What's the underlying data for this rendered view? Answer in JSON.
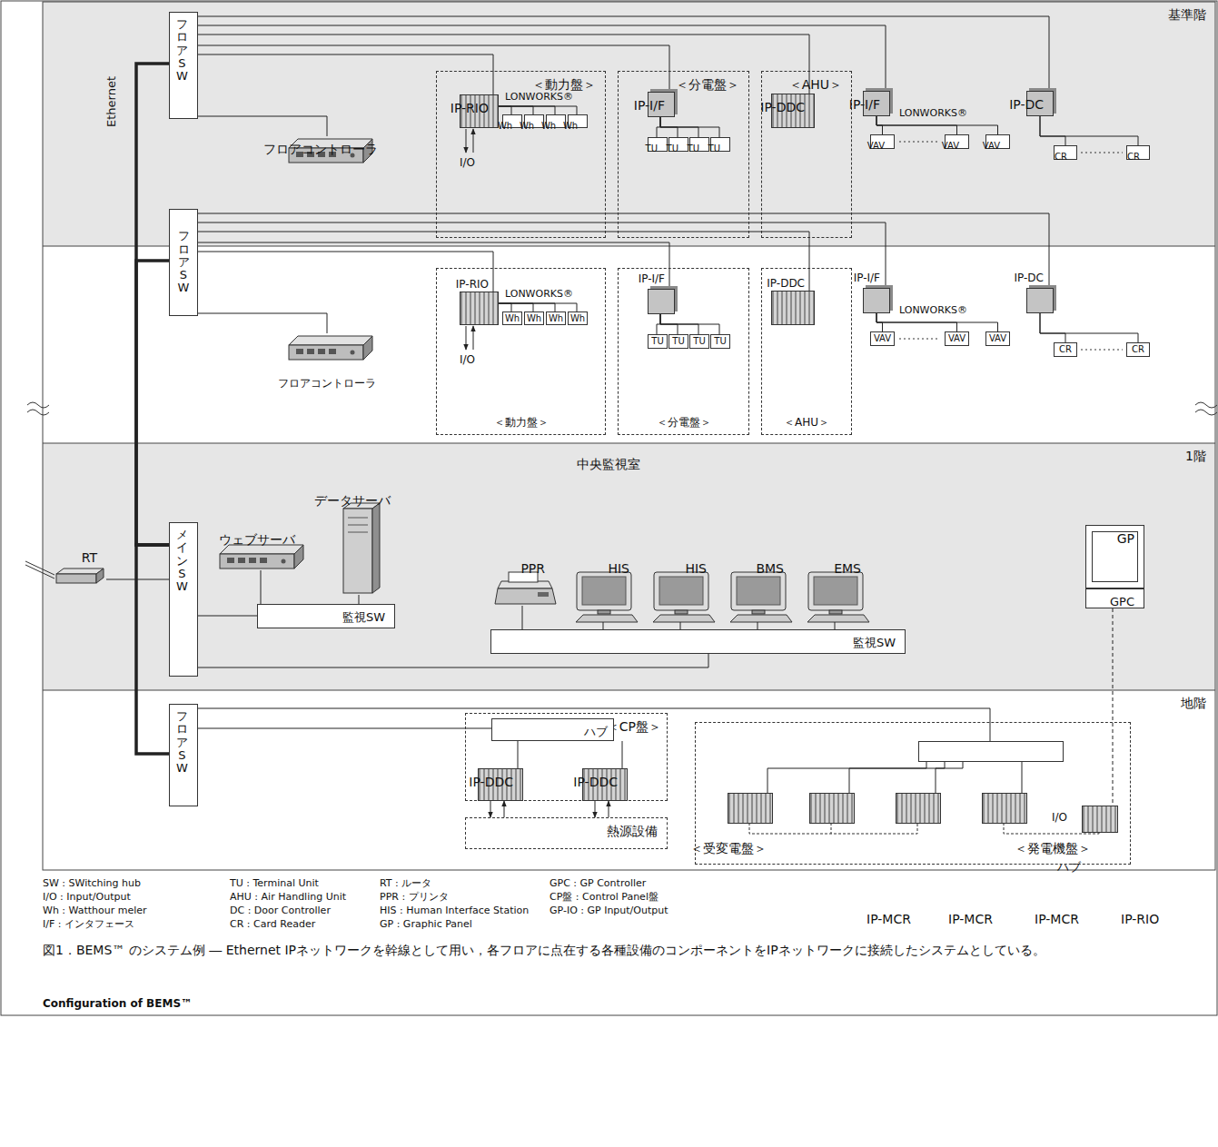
{
  "diagram": {
    "caption": "図1．BEMS™ のシステム例 ― Ethernet IPネットワークを幹線として用い，各フロアに点在する各種設備のコンポーネントをIPネットワークに接続したシステムとしている。",
    "nodes": [
      {
        "text": [
          "基準階"
        ]
      },
      {
        "text": [
          "フロアSW"
        ],
        "in": 0
      },
      {
        "text": [
          "フロアコントローラ"
        ],
        "in": 0
      },
      {
        "text": [
          "＜動力盤＞"
        ],
        "in": 0
      },
      {
        "text": [
          "IP-RIO"
        ],
        "in": 3
      },
      {
        "text": [
          "Wh"
        ],
        "in": 3
      },
      {
        "text": [
          "Wh"
        ],
        "in": 3
      },
      {
        "text": [
          "Wh"
        ],
        "in": 3
      },
      {
        "text": [
          "Wh"
        ],
        "in": 3
      },
      {
        "text": [
          "＜分電盤＞"
        ],
        "in": 0
      },
      {
        "text": [
          "IP-I/F"
        ],
        "in": 9
      },
      {
        "text": [
          "TU"
        ],
        "in": 9
      },
      {
        "text": [
          "TU"
        ],
        "in": 9
      },
      {
        "text": [
          "TU"
        ],
        "in": 9
      },
      {
        "text": [
          "TU"
        ],
        "in": 9
      },
      {
        "text": [
          "＜AHU＞"
        ],
        "in": 0
      },
      {
        "text": [
          "IP-DDC"
        ],
        "in": 15
      },
      {
        "text": [
          "IP-I/F"
        ],
        "in": 0
      },
      {
        "text": [
          "VAV"
        ],
        "in": 0
      },
      {
        "text": [
          "VAV"
        ],
        "in": 0
      },
      {
        "text": [
          "VAV"
        ],
        "in": 0
      },
      {
        "text": [
          "IP-DC"
        ],
        "in": 0
      },
      {
        "text": [
          "CR"
        ],
        "in": 0
      },
      {
        "text": [
          "CR"
        ],
        "in": 0
      },
      {
        "text": [
          "フロアSW"
        ]
      },
      {
        "text": [
          "フロアコントローラ"
        ]
      },
      {
        "text": [
          "＜動力盤＞"
        ]
      },
      {
        "text": [
          "IP-RIO"
        ],
        "in": 26
      },
      {
        "text": [
          "Wh"
        ],
        "in": 26
      },
      {
        "text": [
          "Wh"
        ],
        "in": 26
      },
      {
        "text": [
          "Wh"
        ],
        "in": 26
      },
      {
        "text": [
          "Wh"
        ],
        "in": 26
      },
      {
        "text": [
          "＜分電盤＞"
        ]
      },
      {
        "text": [
          "IP-I/F"
        ],
        "in": 32
      },
      {
        "text": [
          "TU"
        ],
        "in": 32
      },
      {
        "text": [
          "TU"
        ],
        "in": 32
      },
      {
        "text": [
          "TU"
        ],
        "in": 32
      },
      {
        "text": [
          "TU"
        ],
        "in": 32
      },
      {
        "text": [
          "＜AHU＞"
        ]
      },
      {
        "text": [
          "IP-DDC"
        ],
        "in": 38
      },
      {
        "text": [
          "IP-I/F"
        ]
      },
      {
        "text": [
          "VAV"
        ]
      },
      {
        "text": [
          "VAV"
        ]
      },
      {
        "text": [
          "VAV"
        ]
      },
      {
        "text": [
          "IP-DC"
        ]
      },
      {
        "text": [
          "CR"
        ]
      },
      {
        "text": [
          "CR"
        ]
      },
      {
        "text": [
          "1階"
        ]
      },
      {
        "text": [
          "RT"
        ],
        "in": 47
      },
      {
        "text": [
          "メインSW"
        ],
        "in": 47
      },
      {
        "text": [
          "ウェブサーバ"
        ],
        "in": 47
      },
      {
        "text": [
          "データサーバ"
        ],
        "in": 47
      },
      {
        "text": [
          "監視SW"
        ],
        "in": 47
      },
      {
        "text": [
          "PPR"
        ],
        "in": 47
      },
      {
        "text": [
          "HIS"
        ],
        "in": 47
      },
      {
        "text": [
          "HIS"
        ],
        "in": 47
      },
      {
        "text": [
          "BMS"
        ],
        "in": 47
      },
      {
        "text": [
          "EMS"
        ],
        "in": 47
      },
      {
        "text": [
          "監視SW"
        ],
        "in": 47
      },
      {
        "text": [
          "GP"
        ],
        "in": 47
      },
      {
        "text": [
          "GPC"
        ],
        "in": 47
      },
      {
        "text": [
          "地階"
        ]
      },
      {
        "text": [
          "フロアSW"
        ],
        "in": 61
      },
      {
        "text": [
          "＜CP盤＞"
        ],
        "in": 61
      },
      {
        "text": [
          "ハブ"
        ],
        "in": 63
      },
      {
        "text": [
          "IP-DDC"
        ],
        "in": 63
      },
      {
        "text": [
          "IP-DDC"
        ],
        "in": 63
      },
      {
        "text": [
          "熱源設備"
        ],
        "in": 61
      },
      {
        "text": [
          "＜受変電盤＞",
          "＜発電機盤＞"
        ],
        "in": 61
      },
      {
        "text": [
          "ハブ"
        ],
        "in": 68
      },
      {
        "text": [
          "IP-MCR"
        ],
        "in": 68
      },
      {
        "text": [
          "IP-MCR"
        ],
        "in": 68
      },
      {
        "text": [
          "IP-MCR"
        ],
        "in": 68
      },
      {
        "text": [
          "IP-RIO"
        ],
        "in": 68
      },
      {
        "text": [
          "GP-IO"
        ],
        "in": 68
      }
    ],
    "edges": [
      {
        "from": 1,
        "to": 21,
        "arrow": "none"
      },
      {
        "from": 1,
        "to": 17,
        "arrow": "none"
      },
      {
        "from": 1,
        "to": 16,
        "arrow": "none"
      },
      {
        "from": 1,
        "to": 10,
        "arrow": "none"
      },
      {
        "from": 1,
        "to": 4,
        "arrow": "none"
      },
      {
        "from": 1,
        "to": 2,
        "arrow": "none"
      },
      {
        "from": 4,
        "to": 5,
        "arrow": "none"
      },
      {
        "from": 4,
        "to": 6,
        "arrow": "none"
      },
      {
        "from": 4,
        "to": 7,
        "arrow": "none"
      },
      {
        "from": 4,
        "to": 8,
        "arrow": "none"
      },
      {
        "from": 10,
        "to": 11,
        "arrow": "none"
      },
      {
        "from": 10,
        "to": 12,
        "arrow": "none"
      },
      {
        "from": 10,
        "to": 13,
        "arrow": "none"
      },
      {
        "from": 10,
        "to": 14,
        "arrow": "none"
      },
      {
        "from": 17,
        "to": 18,
        "arrow": "none"
      },
      {
        "from": 17,
        "to": 19,
        "arrow": "none"
      },
      {
        "from": 17,
        "to": 20,
        "arrow": "none"
      },
      {
        "from": 21,
        "to": 22,
        "arrow": "none"
      },
      {
        "from": 21,
        "to": 23,
        "arrow": "none"
      },
      {
        "from": 24,
        "to": 44,
        "arrow": "none"
      },
      {
        "from": 24,
        "to": 40,
        "arrow": "none"
      },
      {
        "from": 24,
        "to": 39,
        "arrow": "none"
      },
      {
        "from": 24,
        "to": 33,
        "arrow": "none"
      },
      {
        "from": 24,
        "to": 27,
        "arrow": "none"
      },
      {
        "from": 24,
        "to": 25,
        "arrow": "none"
      },
      {
        "from": 27,
        "to": 28,
        "arrow": "none"
      },
      {
        "from": 27,
        "to": 29,
        "arrow": "none"
      },
      {
        "from": 27,
        "to": 30,
        "arrow": "none"
      },
      {
        "from": 27,
        "to": 31,
        "arrow": "none"
      },
      {
        "from": 33,
        "to": 34,
        "arrow": "none"
      },
      {
        "from": 33,
        "to": 35,
        "arrow": "none"
      },
      {
        "from": 33,
        "to": 36,
        "arrow": "none"
      },
      {
        "from": 33,
        "to": 37,
        "arrow": "none"
      },
      {
        "from": 40,
        "to": 41,
        "arrow": "none"
      },
      {
        "from": 40,
        "to": 42,
        "arrow": "none"
      },
      {
        "from": 40,
        "to": 43,
        "arrow": "none"
      },
      {
        "from": 44,
        "to": 45,
        "arrow": "none"
      },
      {
        "from": 44,
        "to": 46,
        "arrow": "none"
      },
      {
        "from": 49,
        "to": 1,
        "arrow": "none"
      },
      {
        "from": 49,
        "to": 24,
        "arrow": "none"
      },
      {
        "from": 49,
        "to": 62,
        "arrow": "none"
      },
      {
        "from": 48,
        "to": 49,
        "arrow": "none"
      },
      {
        "from": 49,
        "to": 52,
        "arrow": "none"
      },
      {
        "from": 49,
        "to": 58,
        "arrow": "none"
      },
      {
        "from": 50,
        "to": 52,
        "arrow": "none"
      },
      {
        "from": 51,
        "to": 52,
        "arrow": "none"
      },
      {
        "from": 53,
        "to": 58,
        "arrow": "none"
      },
      {
        "from": 54,
        "to": 58,
        "arrow": "none"
      },
      {
        "from": 55,
        "to": 58,
        "arrow": "none"
      },
      {
        "from": 56,
        "to": 58,
        "arrow": "none"
      },
      {
        "from": 57,
        "to": 58,
        "arrow": "none"
      },
      {
        "from": 60,
        "to": 74,
        "arrow": "none"
      },
      {
        "from": 62,
        "to": 64,
        "arrow": "none"
      },
      {
        "from": 62,
        "to": 69,
        "arrow": "none"
      },
      {
        "from": 64,
        "to": 65,
        "arrow": "none"
      },
      {
        "from": 64,
        "to": 66,
        "arrow": "none"
      },
      {
        "from": 65,
        "to": 67,
        "arrow": "to"
      },
      {
        "from": 67,
        "to": 65,
        "arrow": "to"
      },
      {
        "from": 66,
        "to": 67,
        "arrow": "to"
      },
      {
        "from": 67,
        "to": 66,
        "arrow": "to"
      },
      {
        "from": 69,
        "to": 70,
        "arrow": "none"
      },
      {
        "from": 69,
        "to": 71,
        "arrow": "none"
      },
      {
        "from": 69,
        "to": 72,
        "arrow": "none"
      },
      {
        "from": 69,
        "to": 73,
        "arrow": "none"
      }
    ],
    "labels": [
      "Ethernet",
      "I/O",
      "LONWORKS®",
      "LONWORKS®",
      "I/O",
      "LONWORKS®",
      "LONWORKS®",
      "中央監視室",
      "I/O",
      "SW : SWitching hub",
      "I/O : Input/Output",
      "Wh : Watthour meler",
      "I/F : インタフェース",
      "TU : Terminal Unit",
      "AHU : Air Handling Unit",
      "DC : Door Controller",
      "CR : Card Reader",
      "RT : ルータ",
      "PPR : プリンタ",
      "HIS : Human Interface Station",
      "GP : Graphic Panel",
      "GPC : GP Controller",
      "CP盤 : Control Panel盤",
      "GP-IO : GP Input/Output",
      "Configuration of BEMS™"
    ]
  }
}
